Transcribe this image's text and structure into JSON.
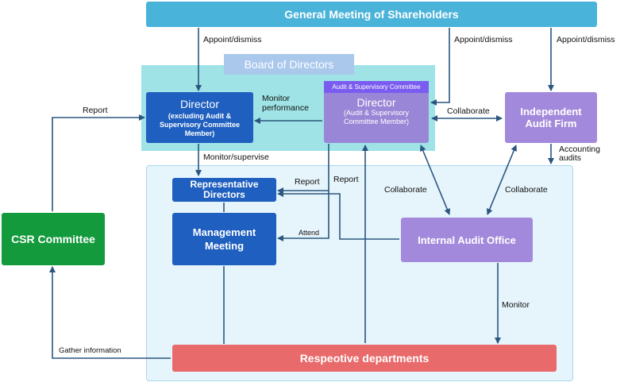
{
  "colors": {
    "shareholders": "#4ab3d9",
    "board_area": "#9fe3e6",
    "board_label": "#a9c8ec",
    "exec_area": "#e6f4fb",
    "director": "#1f5fbf",
    "audit_director": "#9a86d6",
    "audit_committee": "#7a5cf0",
    "audit_firm": "#a389db",
    "internal_audit": "#a389db",
    "csr": "#139a3c",
    "departments": "#e96a6a",
    "arrow": "#2b5680"
  },
  "diagram": {
    "shareholders": "General Meeting of Shareholders",
    "board_label": "Board of Directors",
    "director": {
      "title": "Director",
      "subtitle": "(excluding Audit & Supervisory Committee Member)"
    },
    "audit_committee": "Audit & Supervisory Committee",
    "audit_director": {
      "title": "Director",
      "subtitle": "(Audit & Supervisory Committee Member)"
    },
    "audit_firm": "Independent Audit Firm",
    "representative": "Representative Directors",
    "management": "Management Meeting",
    "internal_audit": "Internal Audit Office",
    "csr": "CSR Committee",
    "departments": "Respeotive departments",
    "labels": {
      "appoint_1": "Appoint/dismiss",
      "appoint_2": "Appoint/dismiss",
      "appoint_3": "Appoint/dismiss",
      "monitor_performance": "Monitor performance",
      "collaborate_1": "Collaborate",
      "collaborate_2": "Collaborate",
      "collaborate_3": "Collaborate",
      "report_csr": "Report",
      "monitor_supervise": "Monitor/supervise",
      "report_1": "Report",
      "report_2": "Report",
      "attend": "Attend",
      "accounting_audits": "Accounting audits",
      "monitor": "Monitor",
      "gather_info": "Gather information"
    }
  }
}
